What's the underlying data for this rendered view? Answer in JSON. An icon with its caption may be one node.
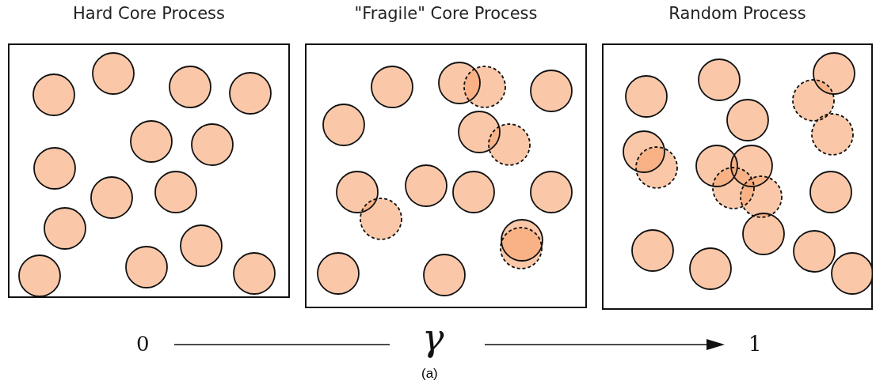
{
  "diagram": {
    "caption": "(a)",
    "nodes": [
      {
        "text": [
          "Hard Core Process"
        ]
      },
      {
        "text": [
          "\"Fragile\" Core Process"
        ]
      },
      {
        "text": [
          "Random Process"
        ]
      }
    ],
    "labels": [
      "0",
      "γ",
      "1"
    ]
  }
}
